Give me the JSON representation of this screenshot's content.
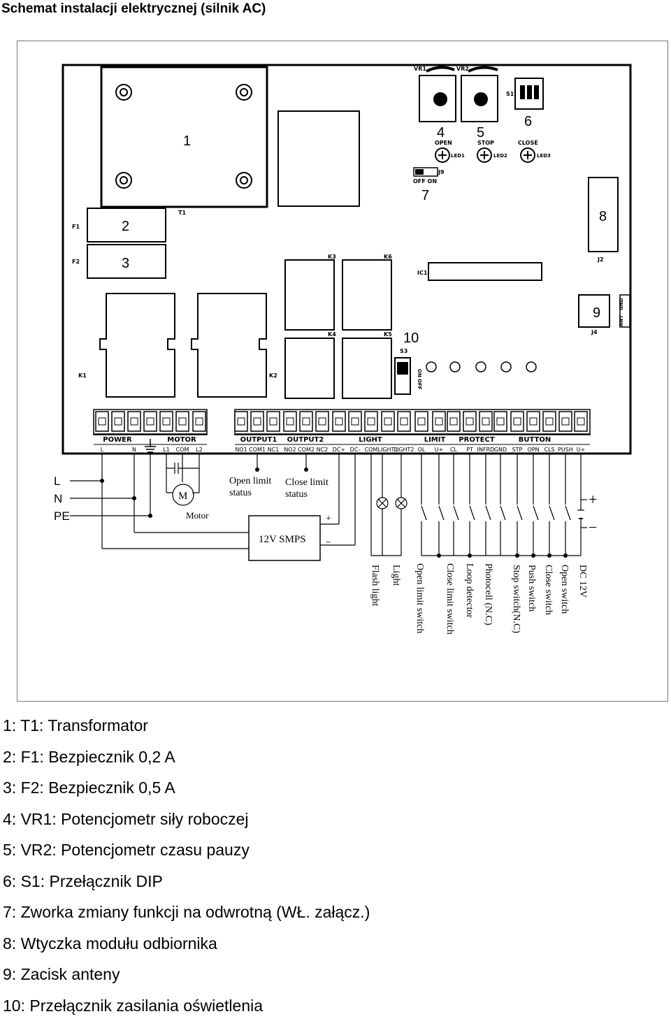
{
  "title": "Schemat instalacji elektrycznej (silnik AC)",
  "board": {
    "numbers": [
      "1",
      "2",
      "3",
      "4",
      "5",
      "6",
      "7",
      "8",
      "9",
      "10"
    ],
    "silk": {
      "t1": "T1",
      "f1": "F1",
      "f2": "F2",
      "k1": "K1",
      "k2": "K2",
      "k3": "K3",
      "k4": "K4",
      "k5": "K5",
      "k6": "K6",
      "vr1": "VR1",
      "vr2": "VR2",
      "s1": "S1",
      "s3": "S3",
      "j9": "J9",
      "j2": "J2",
      "j4": "J4",
      "ic1": "IC1",
      "off_on": "OFF ON",
      "on": "ON",
      "off": "OFF",
      "open": "OPEN",
      "stop": "STOP",
      "close": "CLOSE",
      "led1": "LED1",
      "led2": "LED2",
      "led3": "LED3",
      "gnd": "GND",
      "ant": "ANT"
    },
    "header_groups": [
      "POWER",
      "MOTOR",
      "OUTPUT1",
      "OUTPUT2",
      "LIGHT",
      "LIMIT",
      "PROTECT",
      "BUTTON"
    ],
    "terminals": [
      "L",
      "N",
      "",
      "L1",
      "COM",
      "L2",
      "NO1",
      "COM1",
      "NC1",
      "NO2",
      "COM2",
      "NC2",
      "DC+",
      "DC-",
      "COM",
      "LIGHT1",
      "LIGHT2",
      "OL",
      "U+",
      "CL",
      "PT",
      "INFRD",
      "GND",
      "STP",
      "OPN",
      "CLS",
      "PUSH",
      "U+"
    ]
  },
  "wiring": {
    "mains": [
      "L",
      "N",
      "PE"
    ],
    "motor_symbol": "M",
    "motor": "Motor",
    "open_limit_status": [
      "Open limit",
      "status"
    ],
    "close_limit_status": [
      "Close  limit",
      "status"
    ],
    "smps": "12V SMPS",
    "smps_plus": "+",
    "smps_minus": "−",
    "dc_plus": "+",
    "dc_minus": "−",
    "devices": [
      "Flash light",
      "Light",
      "Open limit switch",
      "Close limit switch",
      "Loop detector",
      "Photocell (N.C)",
      "Stop switch(N.C)",
      "Push switch",
      "Close switch",
      "Open switch",
      "DC 12V"
    ]
  },
  "legend": [
    "1:  T1: Transformator",
    "2: F1: Bezpiecznik 0,2 A",
    "3: F2: Bezpiecznik 0,5 A",
    "4: VR1: Potencjometr siły roboczej",
    "5: VR2: Potencjometr czasu pauzy",
    "6: S1: Przełącznik DIP",
    "7: Zworka zmiany funkcji na odwrotną (WŁ. załącz.)",
    "8: Wtyczka modułu odbiornika",
    "9: Zacisk anteny",
    "10: Przełącznik zasilania oświetlenia"
  ]
}
